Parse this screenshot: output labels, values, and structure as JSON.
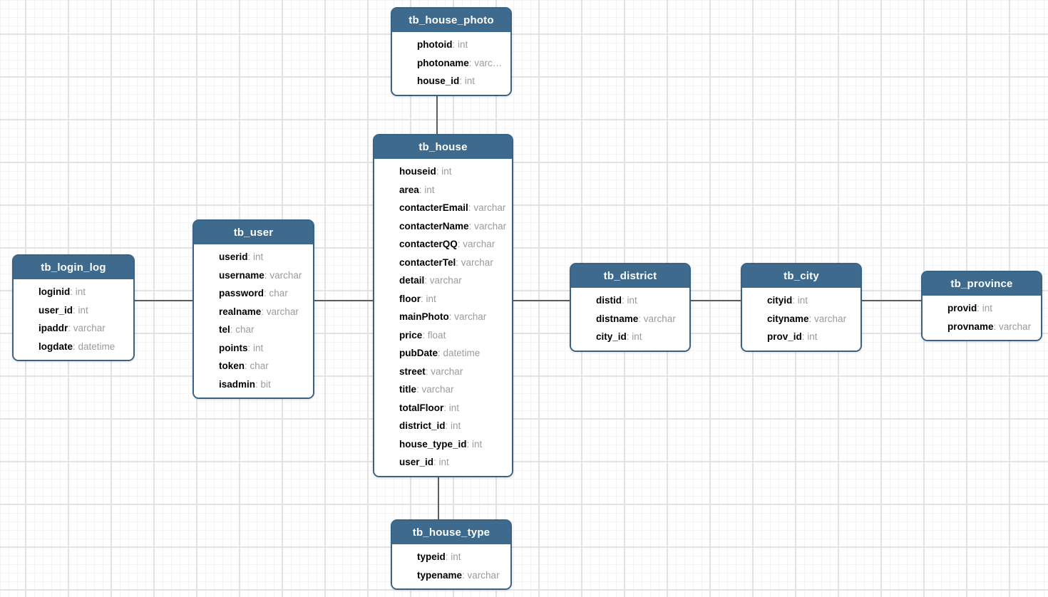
{
  "diagram": {
    "tool": "er-diagram",
    "colors": {
      "entity_header": "#3e6b8d",
      "entity_border": "#3a6284",
      "entity_body": "#ffffff",
      "title_text": "#ffffff",
      "field_name_text": "#000000",
      "field_type_text": "#9b9b9b",
      "connector": "#5d5d5d",
      "grid_minor": "#f4f4f6",
      "grid_major": "#e3e3e5"
    },
    "entities": [
      {
        "title": "tb_house_photo",
        "fields": [
          {
            "name": "photoid",
            "type": "int"
          },
          {
            "name": "photoname",
            "type": "varc…"
          },
          {
            "name": "house_id",
            "type": "int"
          }
        ]
      },
      {
        "title": "tb_house",
        "fields": [
          {
            "name": "houseid",
            "type": "int"
          },
          {
            "name": "area",
            "type": "int"
          },
          {
            "name": "contacterEmail",
            "type": "varchar"
          },
          {
            "name": "contacterName",
            "type": "varchar"
          },
          {
            "name": "contacterQQ",
            "type": "varchar"
          },
          {
            "name": "contacterTel",
            "type": "varchar"
          },
          {
            "name": "detail",
            "type": "varchar"
          },
          {
            "name": "floor",
            "type": "int"
          },
          {
            "name": "mainPhoto",
            "type": "varchar"
          },
          {
            "name": "price",
            "type": "float"
          },
          {
            "name": "pubDate",
            "type": "datetime"
          },
          {
            "name": "street",
            "type": "varchar"
          },
          {
            "name": "title",
            "type": "varchar"
          },
          {
            "name": "totalFloor",
            "type": "int"
          },
          {
            "name": "district_id",
            "type": "int"
          },
          {
            "name": "house_type_id",
            "type": "int"
          },
          {
            "name": "user_id",
            "type": "int"
          }
        ]
      },
      {
        "title": "tb_user",
        "fields": [
          {
            "name": "userid",
            "type": "int"
          },
          {
            "name": "username",
            "type": "varchar"
          },
          {
            "name": "password",
            "type": "char"
          },
          {
            "name": "realname",
            "type": "varchar"
          },
          {
            "name": "tel",
            "type": "char"
          },
          {
            "name": "points",
            "type": "int"
          },
          {
            "name": "token",
            "type": "char"
          },
          {
            "name": "isadmin",
            "type": "bit"
          }
        ]
      },
      {
        "title": "tb_login_log",
        "fields": [
          {
            "name": "loginid",
            "type": "int"
          },
          {
            "name": "user_id",
            "type": "int"
          },
          {
            "name": "ipaddr",
            "type": "varchar"
          },
          {
            "name": "logdate",
            "type": "datetime"
          }
        ]
      },
      {
        "title": "tb_district",
        "fields": [
          {
            "name": "distid",
            "type": "int"
          },
          {
            "name": "distname",
            "type": "varchar"
          },
          {
            "name": "city_id",
            "type": "int"
          }
        ]
      },
      {
        "title": "tb_city",
        "fields": [
          {
            "name": "cityid",
            "type": "int"
          },
          {
            "name": "cityname",
            "type": "varchar"
          },
          {
            "name": "prov_id",
            "type": "int"
          }
        ]
      },
      {
        "title": "tb_province",
        "fields": [
          {
            "name": "provid",
            "type": "int"
          },
          {
            "name": "provname",
            "type": "varchar"
          }
        ]
      },
      {
        "title": "tb_house_type",
        "fields": [
          {
            "name": "typeid",
            "type": "int"
          },
          {
            "name": "typename",
            "type": "varchar"
          }
        ]
      }
    ],
    "connectors": [
      {
        "from": "tb_house_photo",
        "to": "tb_house"
      },
      {
        "from": "tb_house",
        "to": "tb_house_type"
      },
      {
        "from": "tb_login_log",
        "to": "tb_user"
      },
      {
        "from": "tb_user",
        "to": "tb_house"
      },
      {
        "from": "tb_house",
        "to": "tb_district"
      },
      {
        "from": "tb_district",
        "to": "tb_city"
      },
      {
        "from": "tb_city",
        "to": "tb_province"
      }
    ]
  }
}
